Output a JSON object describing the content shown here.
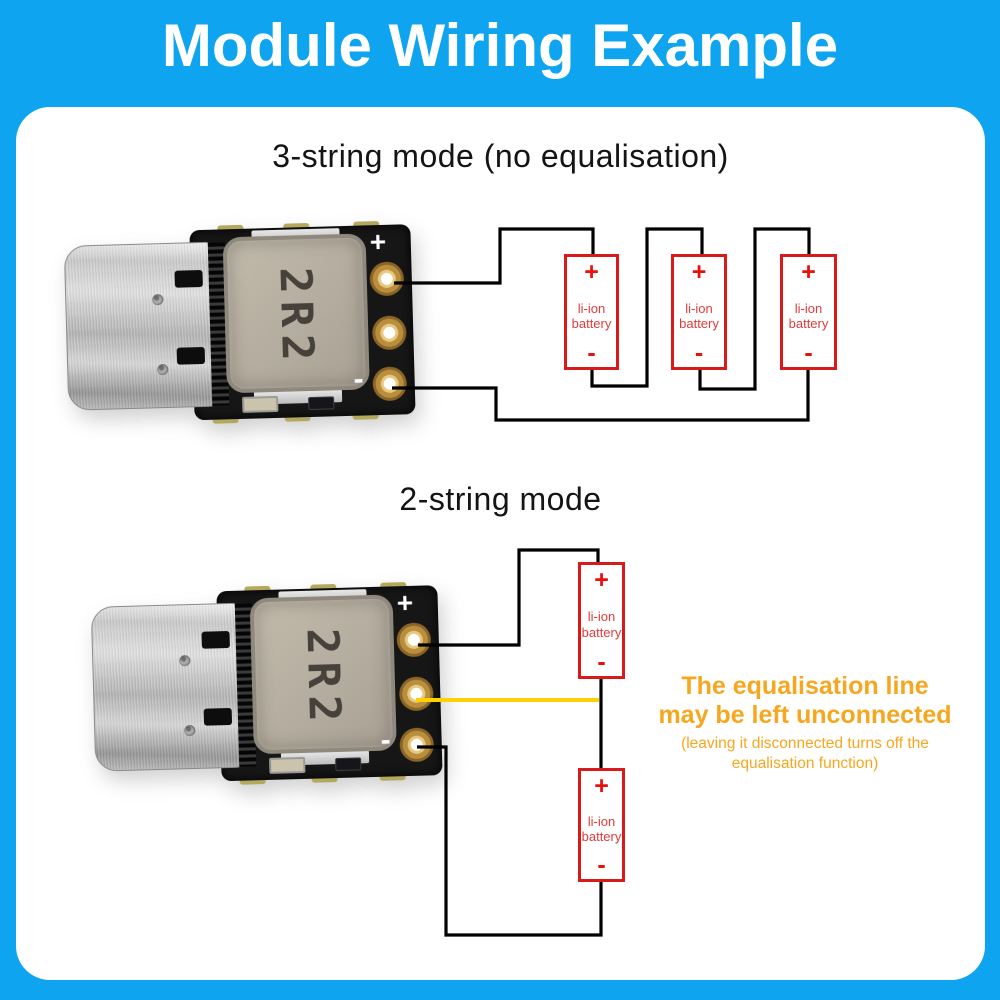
{
  "header": {
    "title": "Module Wiring Example"
  },
  "colors": {
    "background": "#0FA4F0",
    "panel": "#FFFFFF",
    "wire": "#000000",
    "equalisation_wire": "#FFD100",
    "battery_outline": "#D81A1A",
    "battery_text": "#E03C3C",
    "note": "#F6A71F"
  },
  "module": {
    "inductor_label": "2R2",
    "plus": "+",
    "minus": "-"
  },
  "battery": {
    "plus": "+",
    "line1": "li-ion",
    "line2": "battery",
    "minus": "-"
  },
  "diagram1": {
    "title": "3-string mode (no equalisation)"
  },
  "diagram2": {
    "title": "2-string mode",
    "note_line1": "The equalisation line",
    "note_line2": "may be left unconnected",
    "note_line3": "(leaving it disconnected turns off the",
    "note_line4": "equalisation function)"
  }
}
